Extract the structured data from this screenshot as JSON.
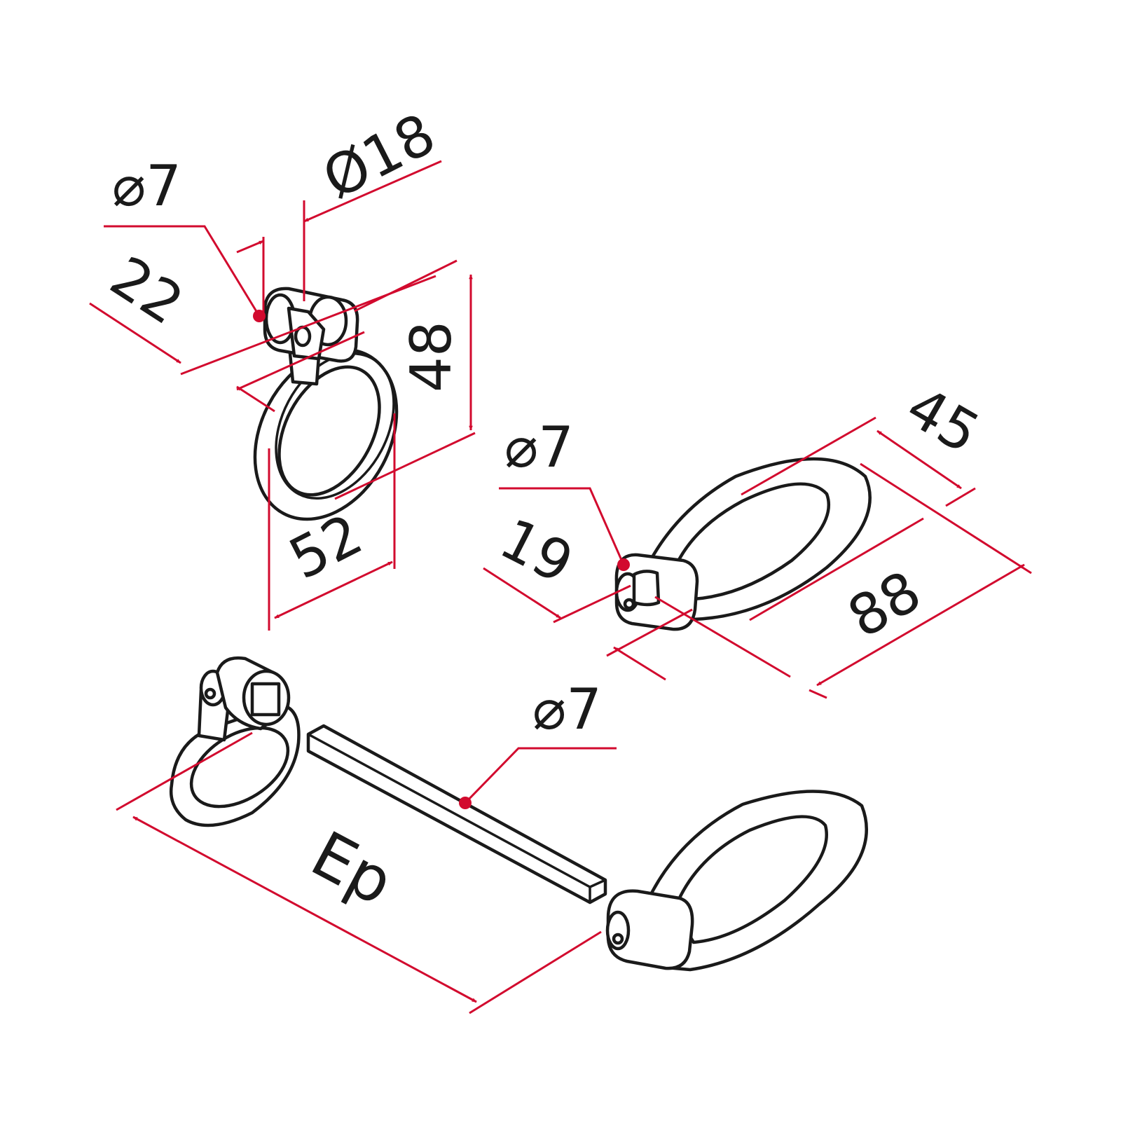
{
  "drawing": {
    "line_color": "#1a1a1a",
    "dimension_color": "#d20a2e",
    "background": "#ffffff"
  },
  "crank_handle": {
    "square_size": "⌀7",
    "bearing_diameter": "Ø18",
    "depth": "22",
    "height": "48",
    "width": "52"
  },
  "ring_handle": {
    "square_size": "⌀7",
    "hub_depth": "19",
    "ring_width": "45",
    "ring_length": "88"
  },
  "assembly": {
    "square_bar_size": "⌀7",
    "offset_label": "Ep"
  }
}
